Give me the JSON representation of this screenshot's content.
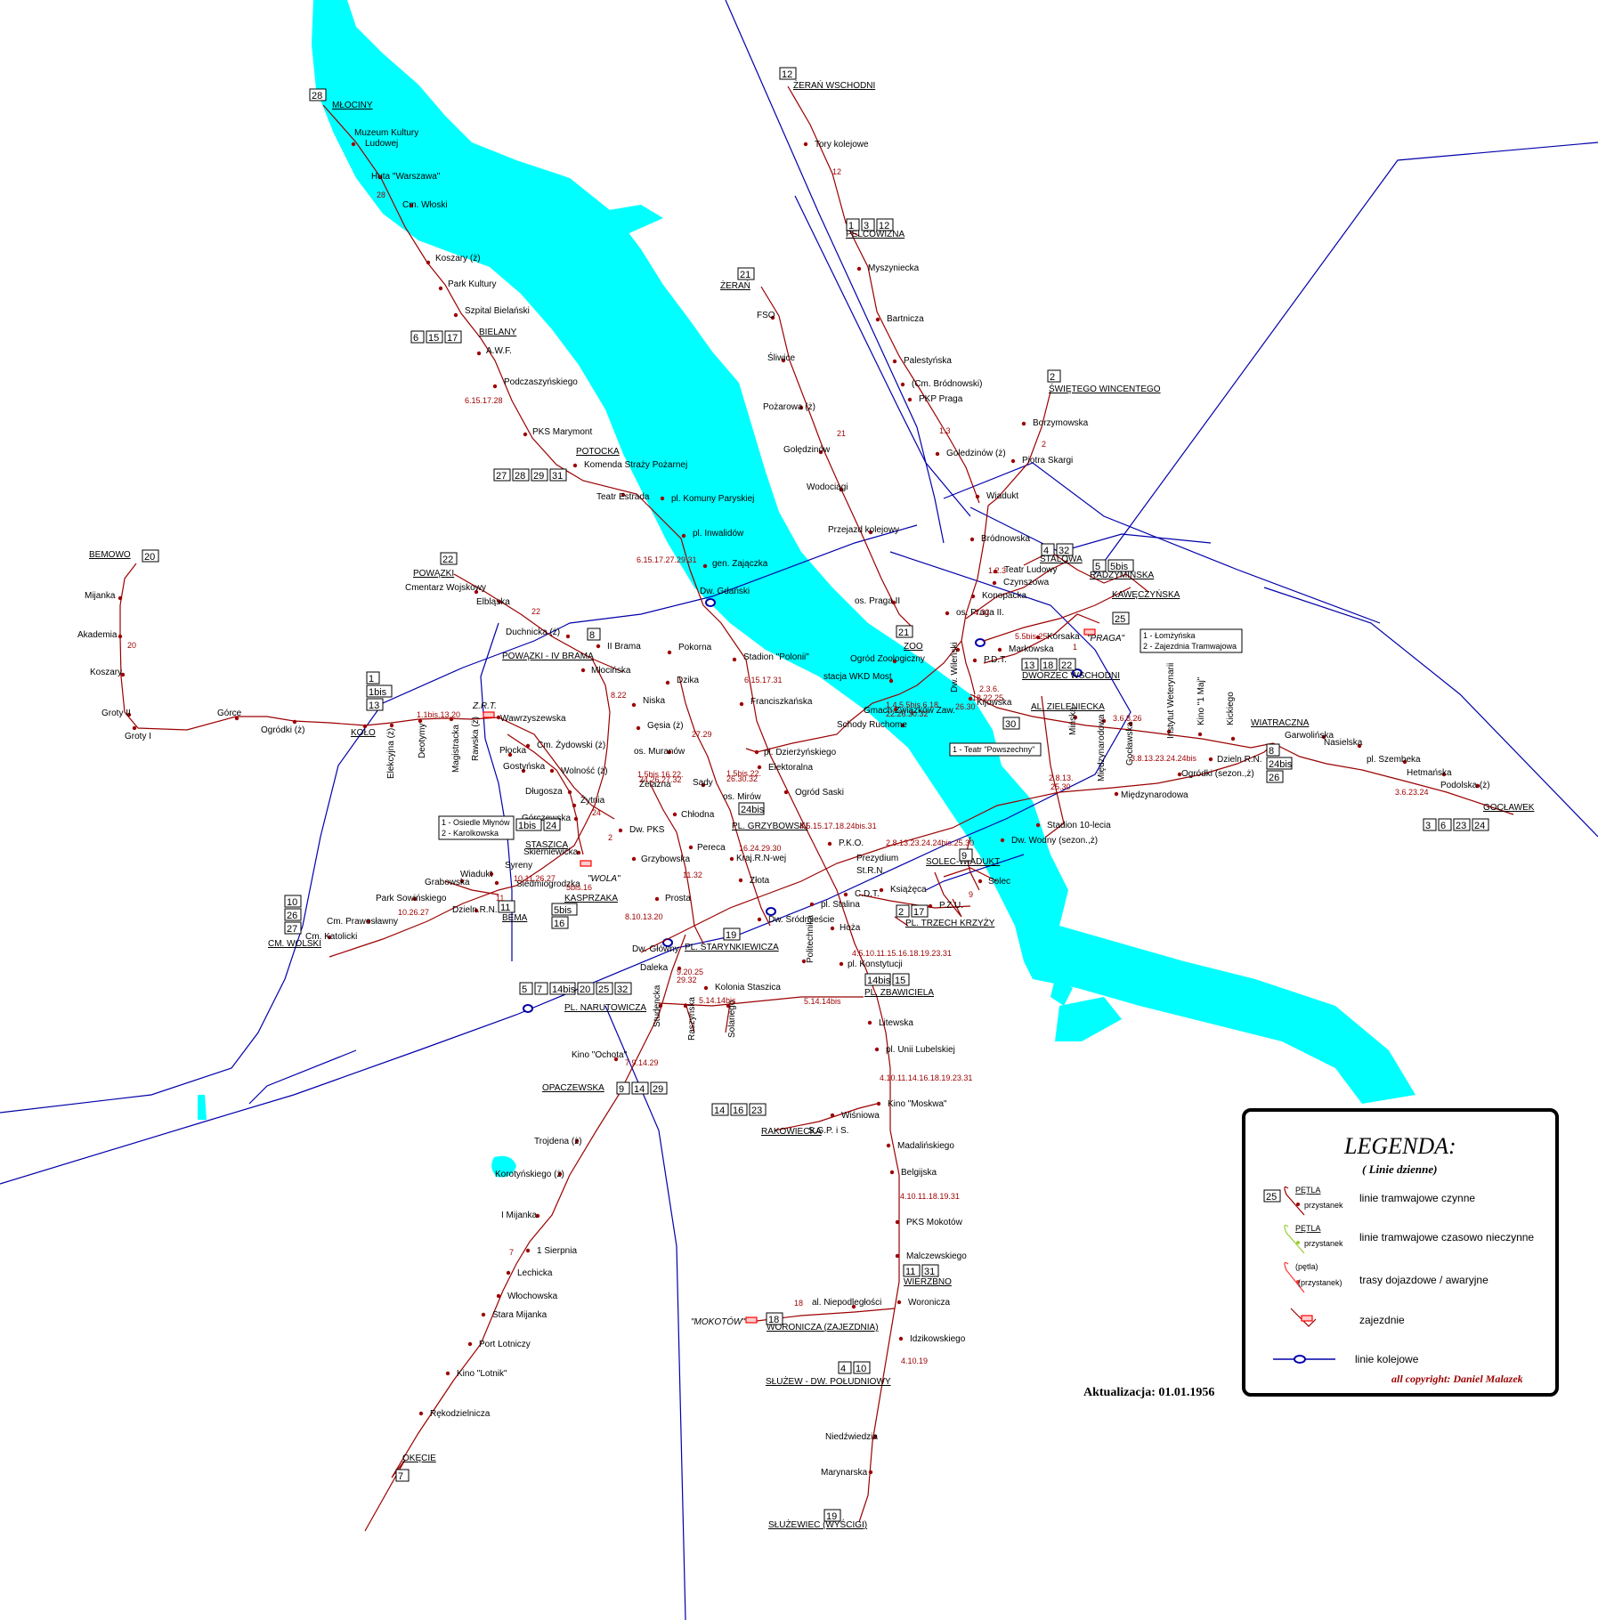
{
  "stops": [
    {
      "name": "Muzeum Kultury"
    },
    {
      "name": "Ludowej"
    },
    {
      "name": "Huta \"Warszawa\""
    },
    {
      "name": "Cm. Włoski"
    },
    {
      "name": "Koszary (ż)"
    },
    {
      "name": "Park Kultury"
    },
    {
      "name": "Szpital Bielański"
    },
    {
      "name": "A.W.F."
    },
    {
      "name": "Podczaszyńskiego"
    },
    {
      "name": "PKS Marymont"
    },
    {
      "name": "Komenda Straży Pożarnej"
    },
    {
      "name": "Teatr Estrada"
    },
    {
      "name": "pl. Komuny Paryskiej"
    },
    {
      "name": "pl. Inwalidów"
    },
    {
      "name": "gen. Zajączka"
    },
    {
      "name": "Dw. Gdański"
    },
    {
      "name": "Stadion \"Polonii\""
    },
    {
      "name": "Pokorna"
    },
    {
      "name": "Dzika"
    },
    {
      "name": "Franciszkańska"
    },
    {
      "name": "Niska"
    },
    {
      "name": "Gęsia (ż)"
    },
    {
      "name": "os. Muranów"
    },
    {
      "name": "pl. Dzierżyńskiego"
    },
    {
      "name": "Elektoralna"
    },
    {
      "name": "Ogród Saski"
    },
    {
      "name": "os. Mirów"
    },
    {
      "name": "Sądy"
    },
    {
      "name": "Żelazna"
    },
    {
      "name": "Chłodna"
    },
    {
      "name": "Grzybowska"
    },
    {
      "name": "Kraj.R.N-wej"
    },
    {
      "name": "Złota"
    },
    {
      "name": "Pereca"
    },
    {
      "name": "Prosta"
    },
    {
      "name": "Dw. Śródmieście"
    },
    {
      "name": "Dw. Główny"
    },
    {
      "name": "Daleka"
    },
    {
      "name": "Kolonia Staszica"
    },
    {
      "name": "Politechnika"
    },
    {
      "name": "Hoża"
    },
    {
      "name": "pl. Konstytucji"
    },
    {
      "name": "pl. Stalina"
    },
    {
      "name": "C.D.T."
    },
    {
      "name": "P.Z.U."
    },
    {
      "name": "Książęca"
    },
    {
      "name": "Prezydium"
    },
    {
      "name": "St.R.N."
    },
    {
      "name": "Solec"
    },
    {
      "name": "P.K.O."
    },
    {
      "name": "Litewska"
    },
    {
      "name": "pl. Unii Lubelskiej"
    },
    {
      "name": "Kino \"Moskwa\""
    },
    {
      "name": "Madalińskiego"
    },
    {
      "name": "Belgijska"
    },
    {
      "name": "PKS Mokotów"
    },
    {
      "name": "Malczewskiego"
    },
    {
      "name": "Woronicza"
    },
    {
      "name": "Idzikowskiego"
    },
    {
      "name": "Niedźwiedzia"
    },
    {
      "name": "Marynarska"
    },
    {
      "name": "Wiśniowa"
    },
    {
      "name": "S.G.P. i S."
    },
    {
      "name": "al. Niepodległości"
    },
    {
      "name": "Kino \"Ochota\""
    },
    {
      "name": "Trojdena (ż)"
    },
    {
      "name": "Korotyńskiego (ż)"
    },
    {
      "name": "I Mijanka"
    },
    {
      "name": "1 Sierpnia"
    },
    {
      "name": "Lechicka"
    },
    {
      "name": "Włochowska"
    },
    {
      "name": "Stara Mijanka"
    },
    {
      "name": "Port Lotniczy"
    },
    {
      "name": "Kino \"Lotnik\""
    },
    {
      "name": "Rękodzielnicza"
    },
    {
      "name": "Studencka"
    },
    {
      "name": "Raszyńska"
    },
    {
      "name": "Solariego"
    },
    {
      "name": "Mijanka"
    },
    {
      "name": "Akademia"
    },
    {
      "name": "Koszary"
    },
    {
      "name": "Groty II"
    },
    {
      "name": "Groty I"
    },
    {
      "name": "Górce"
    },
    {
      "name": "Ogródki (ż)"
    },
    {
      "name": "Elekcyjna (ż)"
    },
    {
      "name": "Deotymy"
    },
    {
      "name": "Magistracka"
    },
    {
      "name": "Rawska (ż)"
    },
    {
      "name": "Wawrzyszewska"
    },
    {
      "name": "Płocka"
    },
    {
      "name": "Gostyńska"
    },
    {
      "name": "Cm. Żydowski (ż)"
    },
    {
      "name": "Wolność (ż)"
    },
    {
      "name": "Długosza"
    },
    {
      "name": "Żytnia"
    },
    {
      "name": "Górczewska"
    },
    {
      "name": "Dw. PKS"
    },
    {
      "name": "Skierniewicka"
    },
    {
      "name": "Syreny"
    },
    {
      "name": "Wiadukt"
    },
    {
      "name": "Siedmiogrodzka"
    },
    {
      "name": "Grabowska"
    },
    {
      "name": "Park Sowińskiego"
    },
    {
      "name": "Cm. Prawosławny"
    },
    {
      "name": "Cm. Katolicki"
    },
    {
      "name": "Dzieln.R.N."
    },
    {
      "name": "Cmentarz Wojskowy"
    },
    {
      "name": "Elbląska"
    },
    {
      "name": "Duchnicka (ż)"
    },
    {
      "name": "II Brama"
    },
    {
      "name": "Młocińska"
    },
    {
      "name": "Tory kolejowe"
    },
    {
      "name": "Myszyniecka"
    },
    {
      "name": "Bartnicza"
    },
    {
      "name": "Palestyńska"
    },
    {
      "name": "(Cm. Bródnowski)"
    },
    {
      "name": "PKP Praga"
    },
    {
      "name": "Goledzinów (ż)"
    },
    {
      "name": "Wiadukt"
    },
    {
      "name": "Bródnowska"
    },
    {
      "name": "Borzymowska"
    },
    {
      "name": "Piotra Skargi"
    },
    {
      "name": "FSO"
    },
    {
      "name": "Śliwice"
    },
    {
      "name": "Pożarowa (ż)"
    },
    {
      "name": "Golędzinów"
    },
    {
      "name": "Wodociągi"
    },
    {
      "name": "Przejazd kolejowy"
    },
    {
      "name": "os. Praga II"
    },
    {
      "name": "Teatr Ludowy"
    },
    {
      "name": "Czynszowa"
    },
    {
      "name": "Konopacka"
    },
    {
      "name": "os. Praga II."
    },
    {
      "name": "Korsaka"
    },
    {
      "name": "Markowska"
    },
    {
      "name": "P.D.T."
    },
    {
      "name": "Ogród Zoologiczny"
    },
    {
      "name": "stacja WKD Most"
    },
    {
      "name": "Gmach Związków Zaw."
    },
    {
      "name": "Schody Ruchome"
    },
    {
      "name": "Dw. Wileński"
    },
    {
      "name": "Kijowska"
    },
    {
      "name": "Mińska"
    },
    {
      "name": "Międzynarodowa"
    },
    {
      "name": "Gocławska"
    },
    {
      "name": "Instytut Weterynarii"
    },
    {
      "name": "Kino \"1 Maj\""
    },
    {
      "name": "Kickiego"
    },
    {
      "name": "Garwolińska"
    },
    {
      "name": "Nasielska"
    },
    {
      "name": "pl. Szembeka"
    },
    {
      "name": "Hetmańska"
    },
    {
      "name": "Podolska (ż)"
    },
    {
      "name": "Dzieln.R.N."
    },
    {
      "name": "Ogródki (sezon.,ż)"
    },
    {
      "name": "Międzynarodowa"
    },
    {
      "name": "Stadion 10-lecia"
    },
    {
      "name": "Dw. Wodny (sezon.,ż)"
    }
  ],
  "terminals": [
    {
      "name": "MŁOCINY",
      "routes": [
        "28"
      ]
    },
    {
      "name": "BIELANY",
      "routes": [
        "6",
        "15",
        "17"
      ]
    },
    {
      "name": "POTOCKA",
      "routes": [
        "27",
        "28",
        "29",
        "31"
      ]
    },
    {
      "name": "ŻERAŃ WSCHODNI",
      "routes": [
        "12"
      ]
    },
    {
      "name": "PELCOWIZNA",
      "routes": [
        "1",
        "3",
        "12"
      ]
    },
    {
      "name": "ŻERAŃ",
      "routes": [
        "21"
      ]
    },
    {
      "name": "ŚWIĘTEGO WINCENTEGO",
      "routes": [
        "2"
      ]
    },
    {
      "name": "STALOWA",
      "routes": [
        "4",
        "32"
      ]
    },
    {
      "name": "RADZYMIŃSKA",
      "routes": [
        "5",
        "5bis"
      ]
    },
    {
      "name": "KAWĘCZYŃSKA",
      "routes": [
        "25"
      ]
    },
    {
      "name": "ZOO",
      "routes": [
        "21"
      ]
    },
    {
      "name": "DWORZEC WSCHODNI",
      "routes": [
        "13",
        "18",
        "22"
      ]
    },
    {
      "name": "AL. ZIELENIECKA",
      "routes": [
        "30"
      ]
    },
    {
      "name": "WIATRACZNA",
      "routes": [
        "8",
        "24bis",
        "26"
      ]
    },
    {
      "name": "GOCŁAWEK",
      "routes": [
        "3",
        "6",
        "23",
        "24"
      ]
    },
    {
      "name": "BEMOWO",
      "routes": [
        "20"
      ]
    },
    {
      "name": "POWĄZKI",
      "routes": [
        "22"
      ]
    },
    {
      "name": "POWĄZKI - IV BRAMA",
      "routes": [
        "8"
      ]
    },
    {
      "name": "KOŁO",
      "routes": [
        "1",
        "1bis",
        "13"
      ]
    },
    {
      "name": "STASZICA",
      "routes": [
        "1bis",
        "24"
      ]
    },
    {
      "name": "KASPRZAKA",
      "routes": [
        "5bis",
        "16"
      ]
    },
    {
      "name": "BEMA",
      "routes": [
        "11"
      ]
    },
    {
      "name": "CM. WOLSKI",
      "routes": [
        "10",
        "26",
        "27"
      ]
    },
    {
      "name": "PL. GRZYBOWSKI",
      "routes": [
        "24bis"
      ]
    },
    {
      "name": "SOLEC-WIADUKT",
      "routes": [
        "9"
      ]
    },
    {
      "name": "PL. TRZECH KRZYŻY",
      "routes": [
        "2",
        "17"
      ]
    },
    {
      "name": "PL. STARYNKIEWICZA",
      "routes": [
        "19"
      ]
    },
    {
      "name": "PL. ZBAWICIELA",
      "routes": [
        "14bis",
        "15"
      ]
    },
    {
      "name": "PL. NARUTOWICZA",
      "routes": [
        "5",
        "7",
        "14bis",
        "20",
        "25",
        "32"
      ]
    },
    {
      "name": "OPACZEWSKA",
      "routes": [
        "9",
        "14",
        "29"
      ]
    },
    {
      "name": "RAKOWIECKA",
      "routes": [
        "14",
        "16",
        "23"
      ]
    },
    {
      "name": "WIERZBNO",
      "routes": [
        "11",
        "31"
      ]
    },
    {
      "name": "WORONICZA (ZAJEZDNIA)",
      "routes": [
        "18"
      ]
    },
    {
      "name": "SŁUŻEW - DW. POŁUDNIOWY",
      "routes": [
        "4",
        "10"
      ]
    },
    {
      "name": "SŁUŻEWIEC (WYŚCIGI)",
      "routes": [
        "19"
      ]
    },
    {
      "name": "OKĘCIE",
      "routes": [
        "7"
      ]
    }
  ],
  "line_labels": [
    "28",
    "6.15.17.28",
    "6.15.17.27.29.31",
    "12",
    "21",
    "1.3",
    "2",
    "1.2.3",
    "22",
    "20",
    "1.1bis.13.20",
    "8.22",
    "6.15.17.31",
    "27.29",
    "1.5bis.16.22.",
    "24.26.27.32",
    "1.5bis.22.",
    "26.30.32",
    "4.5.15.17.18.24bis.31",
    "16.24.29.30",
    "11.32",
    "10.11.26.27",
    "5bis.16",
    "10.26.27",
    "8.10.13.20",
    "9.20.25",
    "29.32",
    "5.14.14bis",
    "5.14.14bis",
    "4.5.10.11.15.16.18.19.23.31",
    "4.10.11.14.16.18.19.23.31",
    "4.10.11.18.19.31",
    "18",
    "4.10.19",
    "7.9.14.29",
    "7",
    "2.8.13.23.24.24bis.25.30",
    "3.6.8.26",
    "3.8.13.23.24.24bis",
    "3.6.23.24",
    "5.5bis.25",
    "4.32",
    "1.4.5.5bis.6.18.",
    "22.26.30.32",
    "2.3.6.",
    "18.22.25.",
    "26.30",
    "2.8.13.",
    "25.30",
    "24",
    "11",
    "9",
    "1",
    "2"
  ],
  "depots": [
    {
      "name": "Z.R.T."
    },
    {
      "name": "\"WOLA\""
    },
    {
      "name": "\"PRAGA\""
    },
    {
      "name": "\"MOKOTÓW\""
    }
  ],
  "notes": {
    "wola_note": [
      "1 - Osiedle Młynów",
      "2 - Karolkowska"
    ],
    "praga_note": [
      "1 - Łomżyńska",
      "2 - Zajezdnia Tramwajowa"
    ],
    "teatr_note": "1 - Teatr \"Powszechny\""
  },
  "legend": {
    "title": "LEGENDA:",
    "subtitle": "( Linie dzienne)",
    "items": [
      {
        "label": "linie tramwajowe czynne",
        "sample_terminal": "PĘTLA",
        "sample_stop": "przystanek",
        "sample_route": "25"
      },
      {
        "label": "linie tramwajowe czasowo nieczynne",
        "sample_terminal": "PĘTLA",
        "sample_stop": "przystanek"
      },
      {
        "label": "trasy dojazdowe / awaryjne",
        "sample_terminal": "(pętla)",
        "sample_stop": "(przystanek)"
      },
      {
        "label": "zajezdnie"
      },
      {
        "label": "linie kolejowe"
      }
    ],
    "copyright": "all copyright: Daniel Malazek"
  },
  "update": "Aktualizacja: 01.01.1956",
  "colors": {
    "tram": "#9b0000",
    "river": "#00ffff",
    "rail": "#0000aa",
    "text": "#000000"
  }
}
